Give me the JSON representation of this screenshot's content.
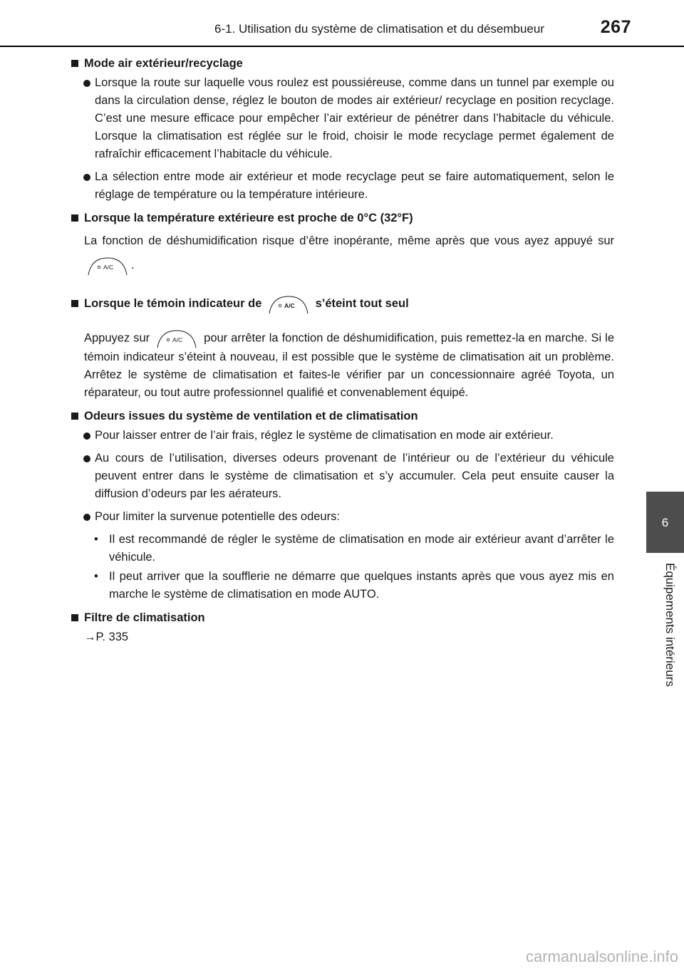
{
  "header": {
    "section_title": "6-1. Utilisation du système de climatisation et du désembueur",
    "page_number": "267"
  },
  "side_tab": {
    "chapter_number": "6",
    "chapter_label": "Équipements intérieurs"
  },
  "ac_button": {
    "label": "A/C"
  },
  "sections": {
    "s1": {
      "heading": "Mode air extérieur/recyclage",
      "b1": "Lorsque la route sur laquelle vous roulez est poussiéreuse, comme dans un tunnel par exemple ou dans la circulation dense, réglez le bouton de modes air extérieur/ recyclage en position recyclage. C’est une mesure efficace pour empêcher l’air extérieur de pénétrer dans l’habitacle du véhicule. Lorsque la climatisation est réglée sur le froid, choisir le mode recyclage permet également de rafraîchir efficacement l’habitacle du véhicule.",
      "b2": "La sélection entre mode air extérieur et mode recyclage peut se faire automatiquement, selon le réglage de température ou la température intérieure."
    },
    "s2": {
      "heading": "Lorsque la température extérieure est proche de 0°C (32°F)",
      "text_before": "La fonction de déshumidification risque d’être inopérante, même après que vous ayez appuyé sur",
      "text_after": "."
    },
    "s3": {
      "heading_before": "Lorsque le témoin indicateur de",
      "heading_after": "s’éteint tout seul",
      "text_before": "Appuyez sur",
      "text_after": "pour arrêter la fonction de déshumidification, puis remettez-la en marche. Si le témoin indicateur s’éteint à nouveau, il est possible que le système de climatisation ait un problème. Arrêtez le système de climatisation et faites-le vérifier par un concessionnaire agréé Toyota, un réparateur, ou tout autre professionnel qualifié et convenablement équipé."
    },
    "s4": {
      "heading": "Odeurs issues du système de ventilation et de climatisation",
      "b1": "Pour laisser entrer de l’air frais, réglez le système de climatisation en mode air extérieur.",
      "b2": "Au cours de l’utilisation, diverses odeurs provenant de l’intérieur ou de l’extérieur du véhicule peuvent entrer dans le système de climatisation et s’y accumuler. Cela peut ensuite causer la diffusion d’odeurs par les aérateurs.",
      "b3": "Pour limiter la survenue potentielle des odeurs:",
      "sub1": "Il est recommandé de régler le système de climatisation en mode air extérieur avant d’arrêter le véhicule.",
      "sub2": "Il peut arriver que la soufflerie ne démarre que quelques instants après que vous ayez mis en marche le système de climatisation en mode AUTO."
    },
    "s5": {
      "heading": "Filtre de climatisation",
      "ref": "→P. 335"
    }
  },
  "watermark": "carmanualsonline.info"
}
